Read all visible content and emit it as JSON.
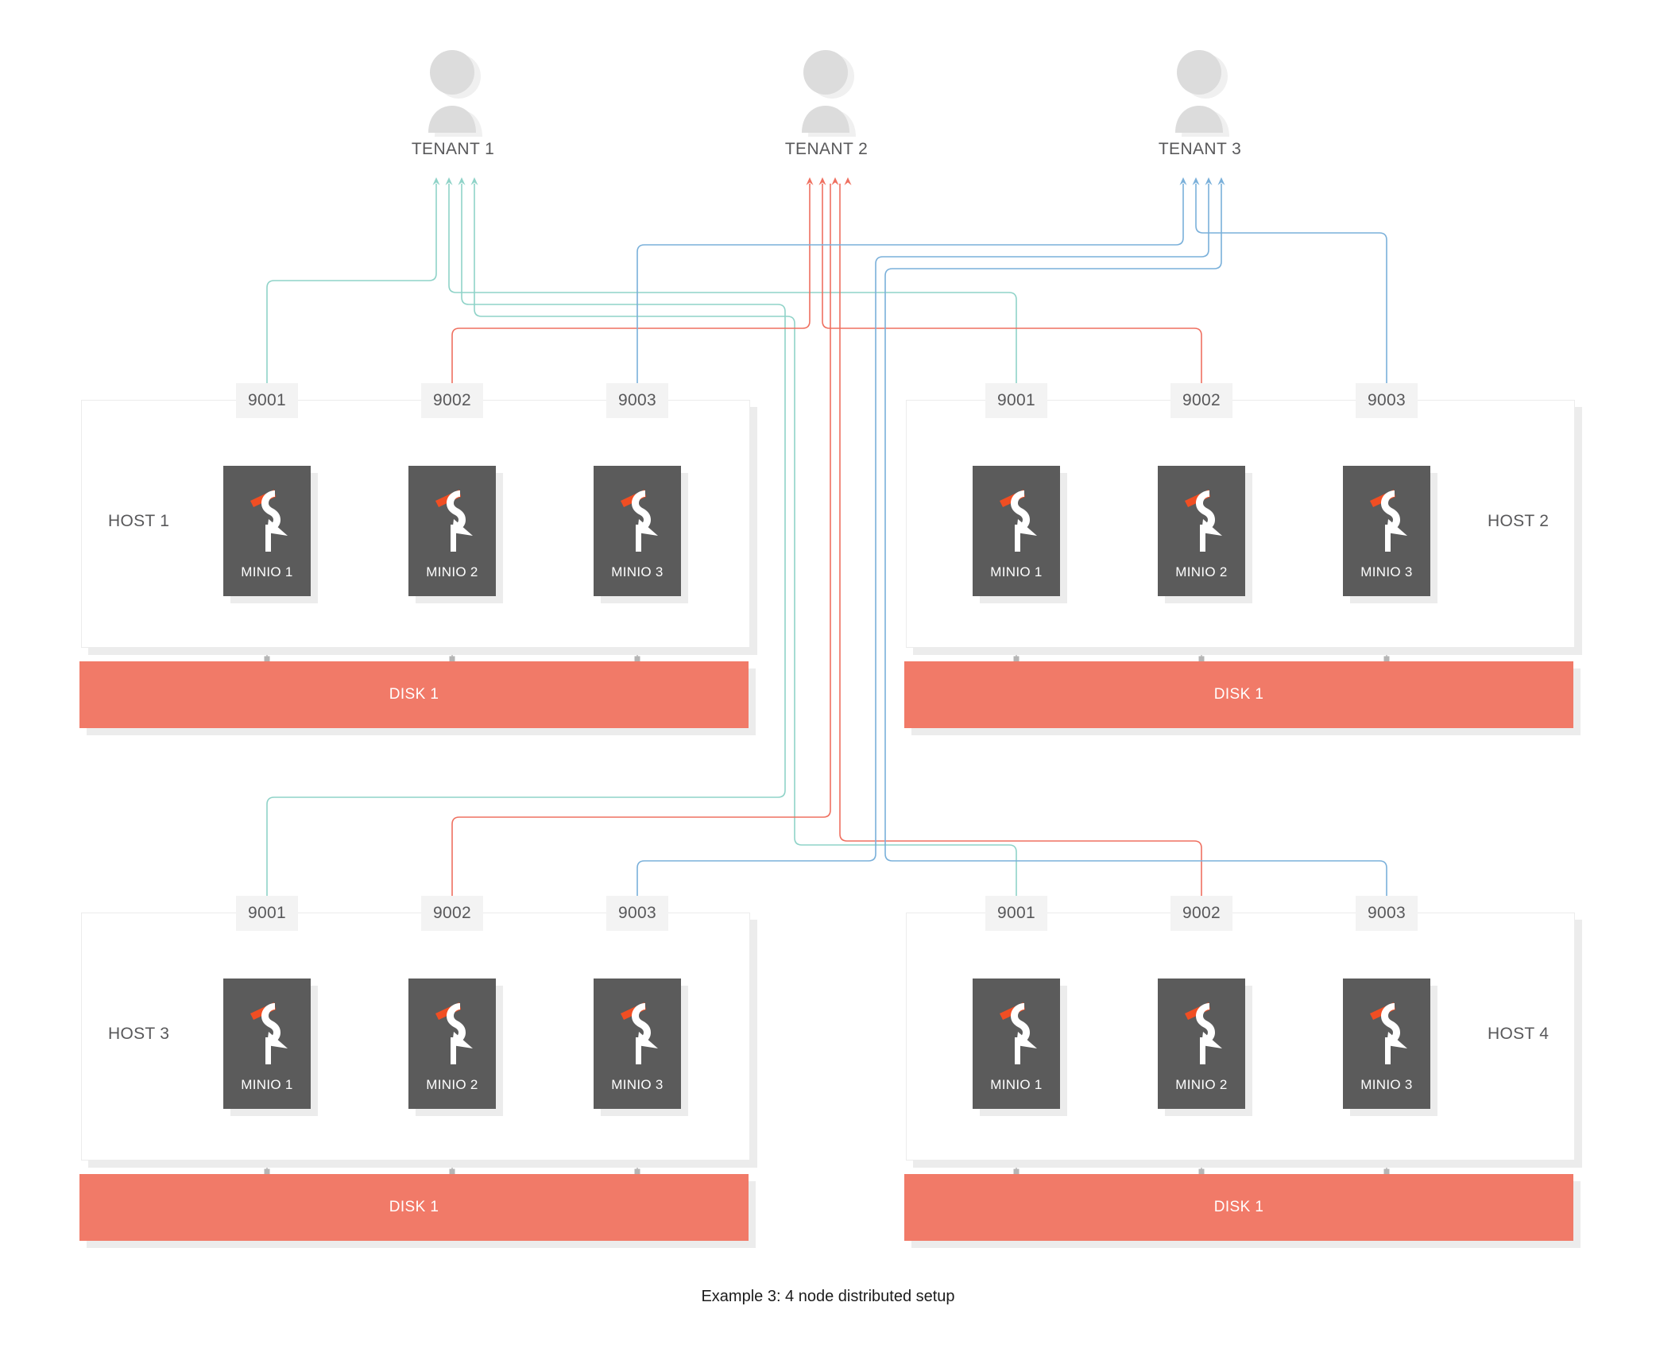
{
  "diagram": {
    "caption": "Example 3: 4 node distributed setup",
    "colors": {
      "tenant1_wire": "#8fd3c8",
      "tenant2_wire": "#ef7060",
      "tenant3_wire": "#7ab0da",
      "disk_fill": "#f17a68",
      "minio_fill": "#5b5b5b",
      "port_fill": "#f3f3f3",
      "host_border": "#ececec",
      "shadow": "#ececec",
      "text": "#58585a",
      "avatar_fill": "#dcdcdc",
      "logo_beak": "#f04e23",
      "logo_body": "#ffffff"
    },
    "tenants": [
      {
        "id": "tenant-1",
        "label": "TENANT 1",
        "wire_color": "#8fd3c8",
        "arrow_count": 4
      },
      {
        "id": "tenant-2",
        "label": "TENANT 2",
        "wire_color": "#ef7060",
        "arrow_count": 4
      },
      {
        "id": "tenant-3",
        "label": "TENANT 3",
        "wire_color": "#7ab0da",
        "arrow_count": 4
      }
    ],
    "hosts": [
      {
        "id": "host-1",
        "label": "HOST 1",
        "label_side": "left",
        "disk": {
          "label": "DISK 1"
        },
        "nodes": [
          {
            "port": "9001",
            "name": "MINIO 1",
            "tenant": "TENANT 1",
            "wire_color": "#8fd3c8"
          },
          {
            "port": "9002",
            "name": "MINIO 2",
            "tenant": "TENANT 2",
            "wire_color": "#ef7060"
          },
          {
            "port": "9003",
            "name": "MINIO 3",
            "tenant": "TENANT 3",
            "wire_color": "#7ab0da"
          }
        ]
      },
      {
        "id": "host-2",
        "label": "HOST 2",
        "label_side": "right",
        "disk": {
          "label": "DISK 1"
        },
        "nodes": [
          {
            "port": "9001",
            "name": "MINIO 1",
            "tenant": "TENANT 1",
            "wire_color": "#8fd3c8"
          },
          {
            "port": "9002",
            "name": "MINIO 2",
            "tenant": "TENANT 2",
            "wire_color": "#ef7060"
          },
          {
            "port": "9003",
            "name": "MINIO 3",
            "tenant": "TENANT 3",
            "wire_color": "#7ab0da"
          }
        ]
      },
      {
        "id": "host-3",
        "label": "HOST 3",
        "label_side": "left",
        "disk": {
          "label": "DISK 1"
        },
        "nodes": [
          {
            "port": "9001",
            "name": "MINIO 1",
            "tenant": "TENANT 1",
            "wire_color": "#8fd3c8"
          },
          {
            "port": "9002",
            "name": "MINIO 2",
            "tenant": "TENANT 2",
            "wire_color": "#ef7060"
          },
          {
            "port": "9003",
            "name": "MINIO 3",
            "tenant": "TENANT 3",
            "wire_color": "#7ab0da"
          }
        ]
      },
      {
        "id": "host-4",
        "label": "HOST 4",
        "label_side": "right",
        "disk": {
          "label": "DISK 1"
        },
        "nodes": [
          {
            "port": "9001",
            "name": "MINIO 1",
            "tenant": "TENANT 1",
            "wire_color": "#8fd3c8"
          },
          {
            "port": "9002",
            "name": "MINIO 2",
            "tenant": "TENANT 2",
            "wire_color": "#ef7060"
          },
          {
            "port": "9003",
            "name": "MINIO 3",
            "tenant": "TENANT 3",
            "wire_color": "#7ab0da"
          }
        ]
      }
    ]
  }
}
